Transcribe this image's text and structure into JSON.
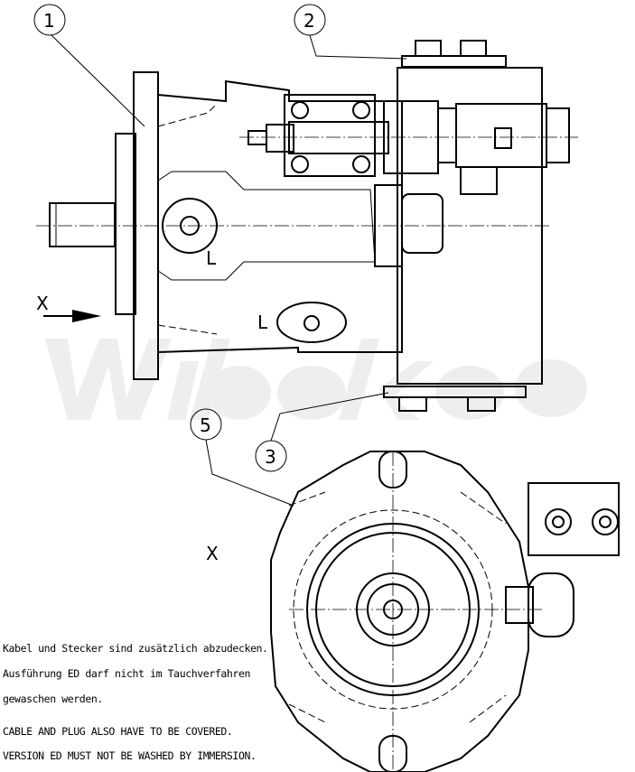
{
  "drawing": {
    "watermark": "Wibako",
    "callouts": [
      "1",
      "2",
      "3",
      "5"
    ],
    "view_labels": {
      "arrow_view": "X",
      "bottom_view": "X"
    },
    "port_labels": [
      "L",
      "L"
    ]
  },
  "notes": [
    "Kabel und Stecker sind zusätzlich abzudecken.",
    "Ausführung ED darf nicht im Tauchverfahren",
    "gewaschen werden.",
    "CABLE AND PLUG ALSO HAVE TO BE COVERED.",
    "VERSION ED MUST NOT BE WASHED BY IMMERSION."
  ]
}
